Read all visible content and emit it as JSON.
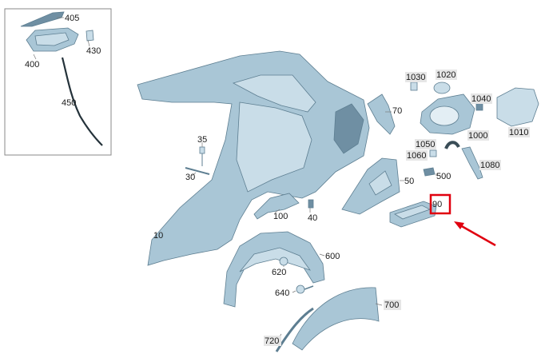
{
  "diagram": {
    "callouts": {
      "c405": "405",
      "c400": "400",
      "c430": "430",
      "c450": "450",
      "c35": "35",
      "c30": "30",
      "c10": "10",
      "c100": "100",
      "c40": "40",
      "c1030": "1030",
      "c1020": "1020",
      "c70": "70",
      "c1040": "1040",
      "c1010": "1010",
      "c1000": "1000",
      "c1050": "1050",
      "c1060": "1060",
      "c1080": "1080",
      "c500": "500",
      "c50": "50",
      "c90": "90",
      "c600": "600",
      "c620": "620",
      "c640": "640",
      "c700": "700",
      "c720": "720"
    },
    "highlight": {
      "target": "90",
      "color": "#e0000f"
    },
    "colors": {
      "part": "#a9c6d6",
      "outline": "#5d7e91",
      "arrow": "#e0000f"
    }
  }
}
